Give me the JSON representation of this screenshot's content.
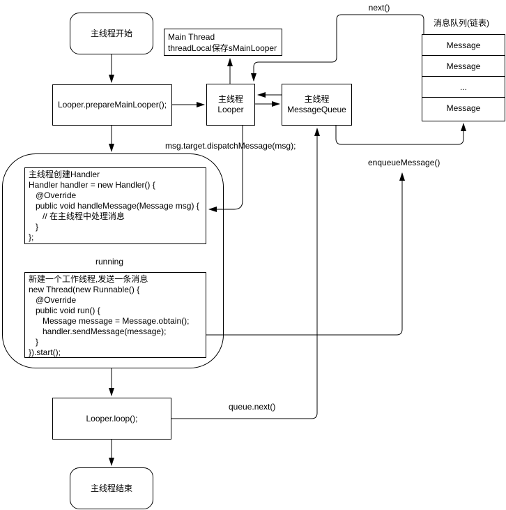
{
  "nodes": {
    "start": {
      "label": "主线程开始"
    },
    "main_thread": {
      "text": "Main Thread\nthreadLocal保存sMainLooper"
    },
    "prepare": {
      "label": "Looper.prepareMainLooper();"
    },
    "looper": {
      "text": "主线程\nLooper"
    },
    "message_queue": {
      "text": "主线程\nMessageQueue"
    },
    "handler_code": {
      "text": "主线程创建Handler\nHandler handler = new Handler() {\n   @Override\n   public void handleMessage(Message msg) {\n      // 在主线程中处理消息\n   }\n};"
    },
    "worker_code": {
      "text": "新建一个工作线程,发送一条消息\nnew Thread(new Runnable() {\n   @Override\n   public void run() {\n      Message message = Message.obtain();\n      handler.sendMessage(message);\n   }\n}).start();"
    },
    "loop": {
      "label": "Looper.loop();"
    },
    "end": {
      "label": "主线程结束"
    }
  },
  "queue_list": {
    "title": "消息队列(链表)",
    "items": [
      "Message",
      "Message",
      "...",
      "Message"
    ]
  },
  "edge_labels": {
    "next": "next()",
    "dispatch": "msg.target.dispatchMessage(msg);",
    "enqueue": "enqueueMessage()",
    "running": "running",
    "queue_next": "queue.next()"
  },
  "colors": {
    "stroke": "#000000",
    "background": "#ffffff"
  }
}
